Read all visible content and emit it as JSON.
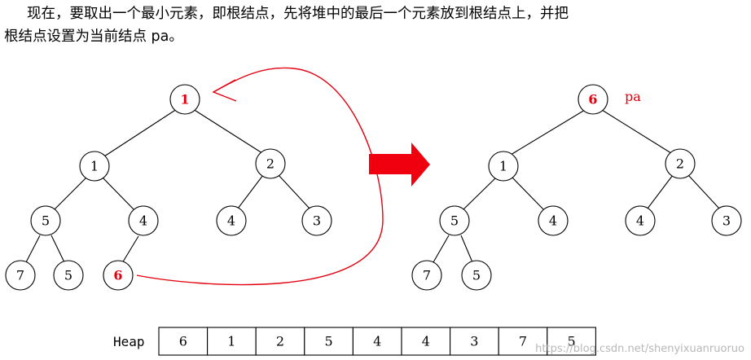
{
  "text": {
    "line1": "现在，要取出一个最小元素，即根结点，先将堆中的最后一个元素放到根结点上，并把",
    "line2": "根结点设置为当前结点 pa。"
  },
  "tree_left": {
    "root": "1",
    "l": "1",
    "r": "2",
    "ll": "5",
    "lr": "4",
    "rl": "4",
    "rr": "3",
    "lll": "7",
    "llr": "5",
    "lrl": "6"
  },
  "tree_right": {
    "root": "6",
    "l": "1",
    "r": "2",
    "ll": "5",
    "lr": "4",
    "rl": "4",
    "rr": "3",
    "lll": "7",
    "llr": "5",
    "pa_label": "pa"
  },
  "heap": {
    "label": "Heap",
    "values": [
      "6",
      "1",
      "2",
      "5",
      "4",
      "4",
      "3",
      "7",
      "5"
    ]
  },
  "watermark": "https://blog.csdn.net/shenyixuanruoruo",
  "colors": {
    "highlight": "#e3000f",
    "arrow": "#e3000f"
  }
}
